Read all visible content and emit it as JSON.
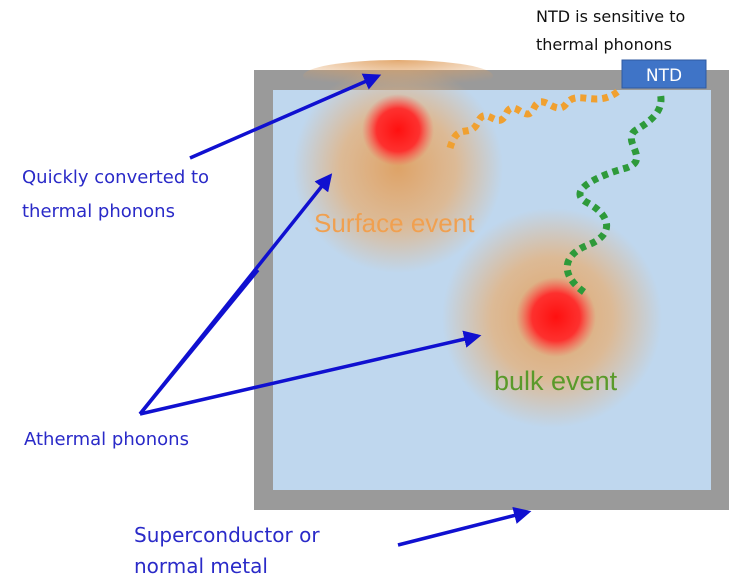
{
  "ntd_label": "NTD",
  "annotations": {
    "ntd_sensitive_line1": "NTD is sensitive to",
    "ntd_sensitive_line2": "thermal phonons",
    "quick_line1": "Quickly converted to",
    "quick_line2": "thermal phonons",
    "athermal": "Athermal phonons",
    "superconductor_line1": "Superconductor or",
    "superconductor_line2": "normal metal"
  },
  "events": {
    "surface": "Surface event",
    "bulk": "bulk event"
  },
  "colors": {
    "crystal_fill": "#bfd7ee",
    "frame": "#9a9a9a",
    "ntd_box": "#3f74c7",
    "arrow_blue": "#1010d0",
    "label_blue": "#2a2ac8",
    "surface_text": "#f0a050",
    "bulk_text": "#5a9a2a",
    "hotspot_red": "#ff2020",
    "surface_phonon_dots": "#f0a030",
    "bulk_phonon_dots": "#2e9a3a",
    "glow_orange": "#e8a060"
  }
}
